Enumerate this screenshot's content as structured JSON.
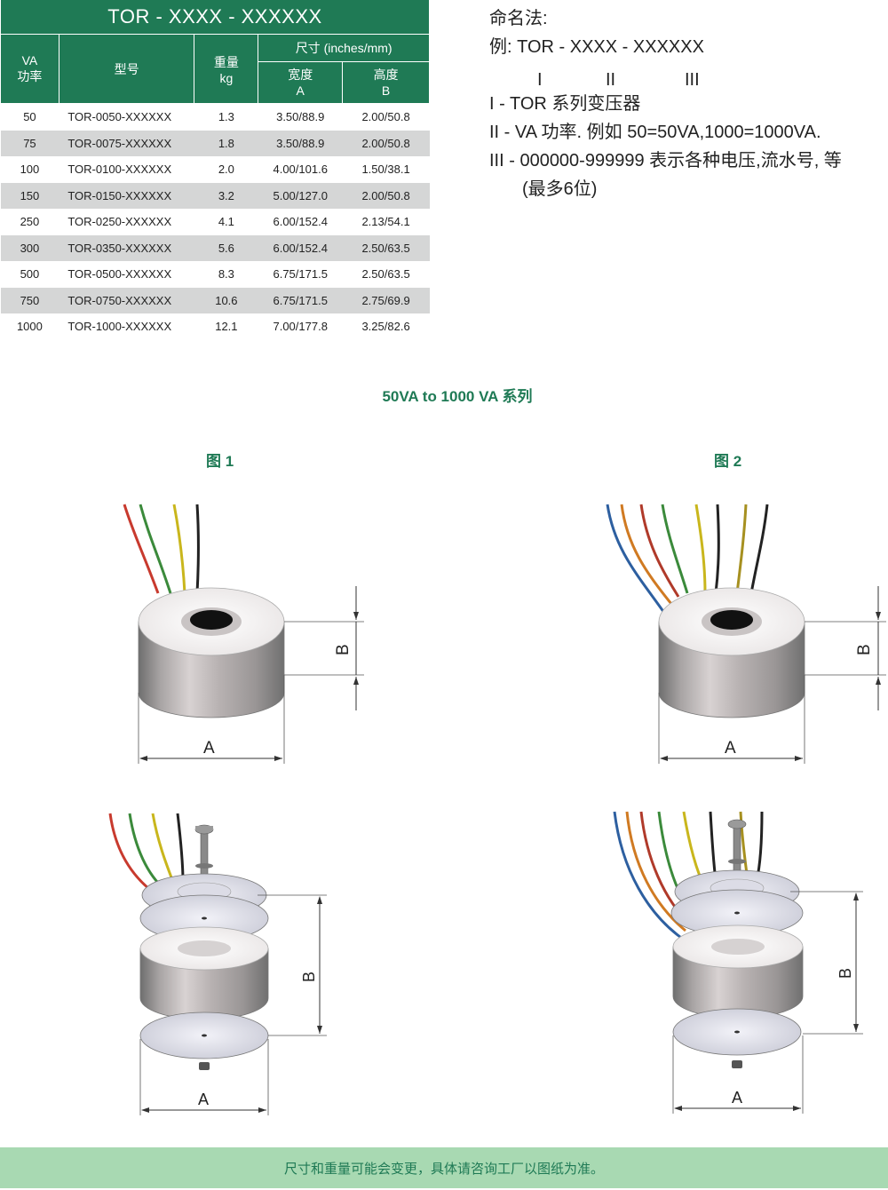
{
  "table": {
    "title": "TOR - XXXX - XXXXXX",
    "group_header": "尺寸 (inches/mm)",
    "columns": {
      "va_line1": "VA",
      "va_line2": "功率",
      "model": "型号",
      "weight_line1": "重量",
      "weight_line2": "kg",
      "width_line1": "宽度",
      "width_line2": "A",
      "height_line1": "高度",
      "height_line2": "B"
    },
    "rows": [
      {
        "va": "50",
        "model": "TOR-0050-XXXXXX",
        "weight": "1.3",
        "width": "3.50/88.9",
        "height": "2.00/50.8"
      },
      {
        "va": "75",
        "model": "TOR-0075-XXXXXX",
        "weight": "1.8",
        "width": "3.50/88.9",
        "height": "2.00/50.8"
      },
      {
        "va": "100",
        "model": "TOR-0100-XXXXXX",
        "weight": "2.0",
        "width": "4.00/101.6",
        "height": "1.50/38.1"
      },
      {
        "va": "150",
        "model": "TOR-0150-XXXXXX",
        "weight": "3.2",
        "width": "5.00/127.0",
        "height": "2.00/50.8"
      },
      {
        "va": "250",
        "model": "TOR-0250-XXXXXX",
        "weight": "4.1",
        "width": "6.00/152.4",
        "height": "2.13/54.1"
      },
      {
        "va": "300",
        "model": "TOR-0350-XXXXXX",
        "weight": "5.6",
        "width": "6.00/152.4",
        "height": "2.50/63.5"
      },
      {
        "va": "500",
        "model": "TOR-0500-XXXXXX",
        "weight": "8.3",
        "width": "6.75/171.5",
        "height": "2.50/63.5"
      },
      {
        "va": "750",
        "model": "TOR-0750-XXXXXX",
        "weight": "10.6",
        "width": "6.75/171.5",
        "height": "2.75/69.9"
      },
      {
        "va": "1000",
        "model": "TOR-1000-XXXXXX",
        "weight": "12.1",
        "width": "7.00/177.8",
        "height": "3.25/82.6"
      }
    ]
  },
  "naming": {
    "heading": "命名法:",
    "example": "例: TOR - XXXX - XXXXXX",
    "roman_1": "I",
    "roman_2": "II",
    "roman_3": "III",
    "item_1": "I - TOR 系列变压器",
    "item_2": "II - VA 功率. 例如 50=50VA,1000=1000VA.",
    "item_3": "III - 000000-999999 表示各种电压,流水号, 等",
    "item_3_cont": "(最多6位)"
  },
  "series_title": "50VA to 1000 VA 系列",
  "figures": {
    "fig1_label": "图 1",
    "fig2_label": "图 2",
    "dim_a": "A",
    "dim_b": "B"
  },
  "footer_note": "尺寸和重量可能会变更，具体请咨询工厂以图纸为准。",
  "colors": {
    "header_green": "#1f7a55",
    "row_shade": "#d5d6d6",
    "footer_bg": "#a8d9b2"
  }
}
